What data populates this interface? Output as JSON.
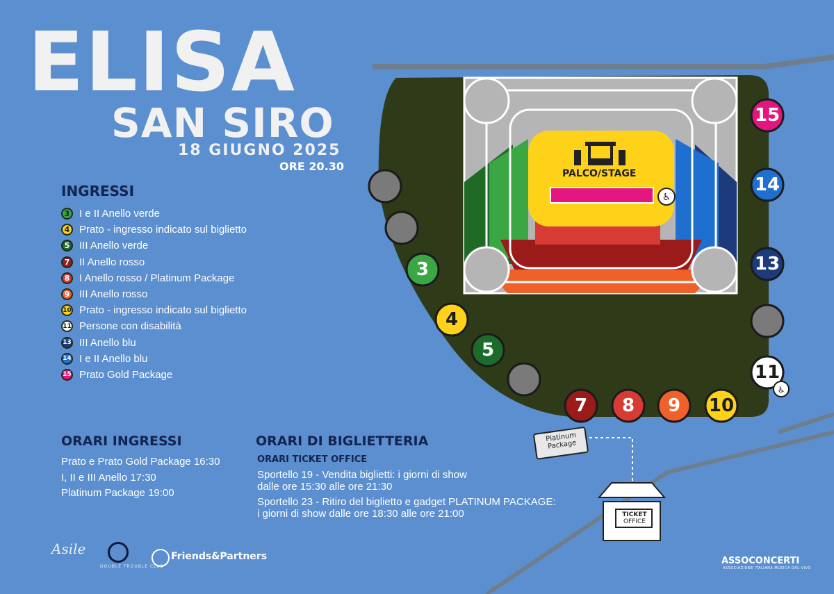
{
  "header": {
    "artist": "ELISA",
    "venue": "SAN SIRO",
    "date": "18 GIUGNO 2025",
    "time": "ORE 20.30"
  },
  "entrances": {
    "heading": "INGRESSI",
    "items": [
      {
        "num": "3",
        "label": "I e II Anello verde",
        "color": "#3aa744"
      },
      {
        "num": "4",
        "label": "Prato - ingresso indicato sul biglietto",
        "color": "#ffd21a"
      },
      {
        "num": "5",
        "label": "III Anello verde",
        "color": "#1d6b2a"
      },
      {
        "num": "7",
        "label": "II Anello rosso",
        "color": "#9b1a1a"
      },
      {
        "num": "8",
        "label": "I Anello rosso / Platinum Package",
        "color": "#d83b34"
      },
      {
        "num": "9",
        "label": "III Anello rosso",
        "color": "#f0602a"
      },
      {
        "num": "10",
        "label": "Prato - ingresso indicato sul biglietto",
        "color": "#ffd21a"
      },
      {
        "num": "11",
        "label": "Persone con disabilità",
        "color": "#ffffff"
      },
      {
        "num": "13",
        "label": "III Anello blu",
        "color": "#1d3a7a"
      },
      {
        "num": "14",
        "label": "I e II Anello blu",
        "color": "#1f6fd0"
      },
      {
        "num": "15",
        "label": "Prato Gold Package",
        "color": "#e5157f"
      }
    ]
  },
  "entry_hours": {
    "heading": "ORARI INGRESSI",
    "lines": [
      "Prato e Prato Gold Package 16:30",
      "I, II e III Anello 17:30",
      "Platinum Package 19:00"
    ]
  },
  "box_office": {
    "heading": "ORARI DI BIGLIETTERIA",
    "subheading": "ORARI TICKET OFFICE",
    "desk19_line1": "Sportello 19 - Vendita biglietti: i giorni di show",
    "desk19_line2": "dalle ore 15:30 alle ore 21:30",
    "desk23_line1": "Sportello 23 - Ritiro del biglietto e gadget PLATINUM PACKAGE:",
    "desk23_line2": "i giorni di show dalle ore 18:30 alle ore 21:00"
  },
  "map": {
    "stage_label": "PALCO/STAGE",
    "ticket_office_line1": "TICKET",
    "ticket_office_line2": "OFFICE",
    "platinum_tag_line1": "Platinum",
    "platinum_tag_line2": "Package",
    "gates": [
      {
        "num": "",
        "color": "#7a7a7a"
      },
      {
        "num": "",
        "color": "#7a7a7a"
      },
      {
        "num": "3",
        "color": "#3aa744"
      },
      {
        "num": "4",
        "color": "#ffd21a"
      },
      {
        "num": "5",
        "color": "#1d6b2a"
      },
      {
        "num": "",
        "color": "#7a7a7a"
      },
      {
        "num": "7",
        "color": "#9b1a1a"
      },
      {
        "num": "8",
        "color": "#d83b34"
      },
      {
        "num": "9",
        "color": "#f0602a"
      },
      {
        "num": "10",
        "color": "#ffd21a"
      },
      {
        "num": "11",
        "color": "#ffffff"
      },
      {
        "num": "",
        "color": "#7a7a7a"
      },
      {
        "num": "13",
        "color": "#1d3a7a"
      },
      {
        "num": "14",
        "color": "#1f6fd0"
      },
      {
        "num": "15",
        "color": "#e5157f"
      }
    ]
  },
  "footer": {
    "logo1": "Asile",
    "logo2_caption": "DOUBLE TROUBLE CLUB",
    "logo3": "Friends&Partners",
    "logo4": "ASSOCONCERTI",
    "logo4_sub": "ASSOCIAZIONE ITALIANA MUSICA DAL VIVO"
  }
}
